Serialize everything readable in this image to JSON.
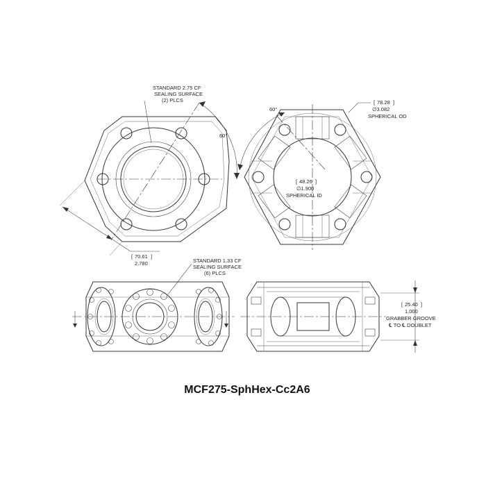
{
  "part_number": "MCF275-SphHex-Cc2A6",
  "front_view": {
    "sealing_note": [
      "STANDARD 2.75 CF",
      "SEALING SURFACE",
      "(2) PLCS"
    ],
    "angle_label": "60°",
    "width_metric": "70.61",
    "width_imperial": "2.780"
  },
  "side_view": {
    "angle_label": "60°",
    "od_metric": "78.28",
    "od_imperial": "∅3.082",
    "od_label": "SPHERICAL OD",
    "id_metric": "48.26",
    "id_imperial": "∅1.900",
    "id_label": "SPHERICAL ID"
  },
  "bottom_views": {
    "sealing_note": [
      "STANDARD 1.33 CF",
      "SEALING SURFACE",
      "(6) PLCS"
    ],
    "groove_metric": "25.40",
    "groove_imperial": "1.000",
    "groove_label": "GRABBER GROOVE",
    "groove_label_2": "℄ TO ℄ DOUBLET"
  }
}
